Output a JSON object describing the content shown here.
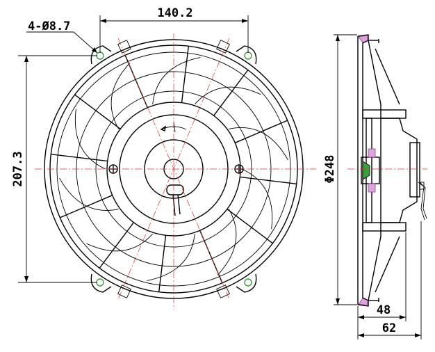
{
  "dimensions": {
    "hole_spacing": "140.2",
    "mount_holes": "4-Ø8.7",
    "height": "207.3",
    "diameter": "Φ248",
    "depth_inner": "48",
    "depth_total": "62"
  },
  "colors": {
    "line": "#000000",
    "centerline": "#e03030",
    "hole": "#3aa03a",
    "section": "#a03aa0"
  }
}
